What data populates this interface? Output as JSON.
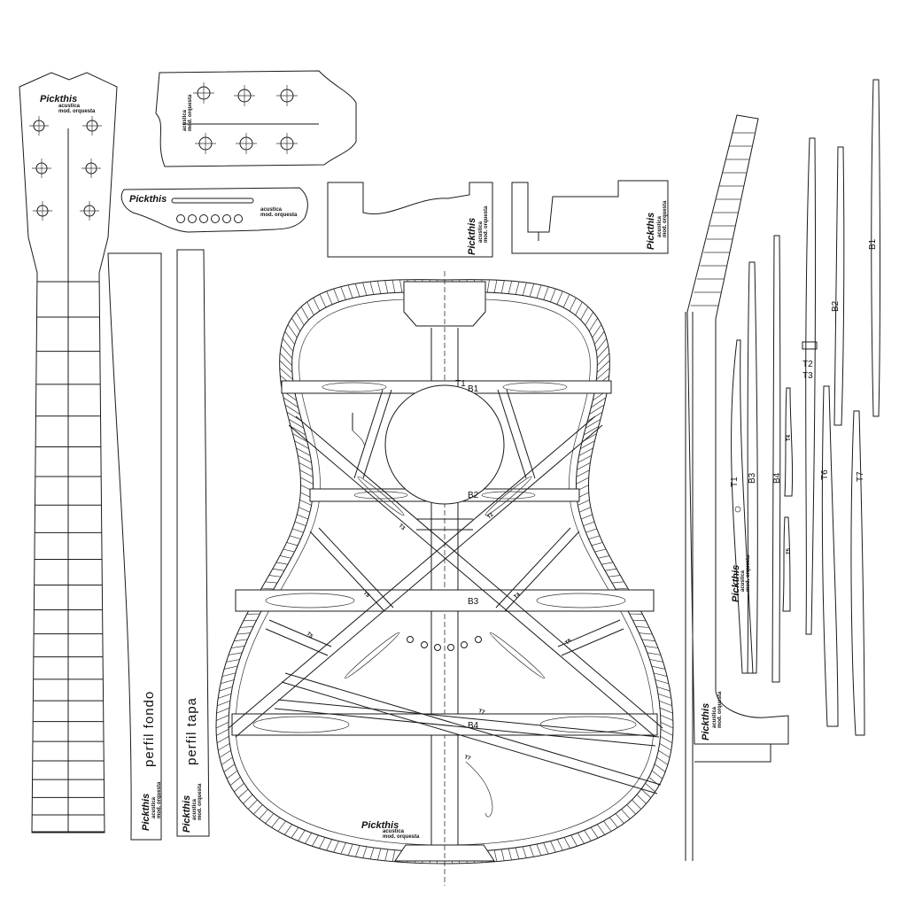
{
  "brand": {
    "logo": "Pickthis",
    "line1": "acustica",
    "line2": "mod. orquesta"
  },
  "labels": {
    "perfil_fondo": "perfil fondo",
    "perfil_tapa": "perfil tapa"
  },
  "braces": {
    "T1": "T1",
    "T2": "T2",
    "T3": "T3",
    "T4": "T4",
    "T5": "T5",
    "T6": "T6",
    "T7": "T7",
    "B1": "B1",
    "B2": "B2",
    "B3": "B3",
    "B4": "B4",
    "T2_T3": "T2\nT3"
  }
}
